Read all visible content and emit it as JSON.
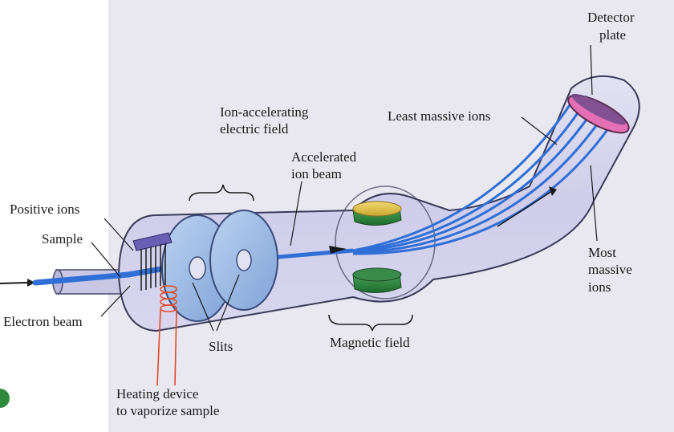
{
  "labels": {
    "detector_plate_1": "Detector",
    "detector_plate_2": "plate",
    "least_massive_ions": "Least massive ions",
    "ion_accelerating_1": "Ion-accelerating",
    "ion_accelerating_2": "electric field",
    "accelerated_beam_1": "Accelerated",
    "accelerated_beam_2": "ion beam",
    "positive_ions": "Positive ions",
    "sample": "Sample",
    "electron_beam": "Electron beam",
    "slits": "Slits",
    "magnetic_field": "Magnetic field",
    "heating_device_1": "Heating device",
    "heating_device_2": "to vaporize sample",
    "most_massive_1": "Most",
    "most_massive_2": "massive",
    "most_massive_3": "ions"
  },
  "colors": {
    "background": "#e9e8f0",
    "tube_fill": "#d9d8ec",
    "beam": "#2f6fd6",
    "disk": "#9fbde6",
    "detector": "#e46fb4",
    "magnet_top": "#e0c24a",
    "magnet_base": "#2f8a3e",
    "heater": "#e04a2a",
    "grid": "#6a5fb5"
  }
}
